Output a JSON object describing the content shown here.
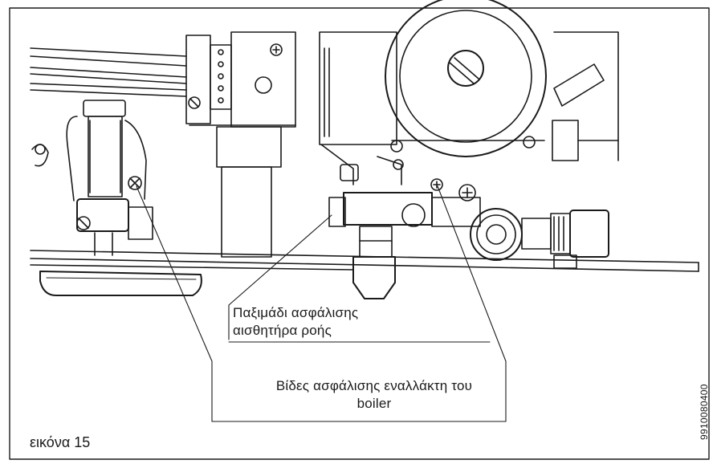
{
  "figure": {
    "caption": "εικόνα 15",
    "document_number": "9910080400",
    "callouts": {
      "flow_sensor_nut_line1": "Παξιμάδι ασφάλισης",
      "flow_sensor_nut_line2": "αισθητήρα ροής",
      "boiler_exchanger_screws_line1": "Βίδες ασφάλισης εναλλάκτη του",
      "boiler_exchanger_screws_line2": "boiler"
    }
  }
}
